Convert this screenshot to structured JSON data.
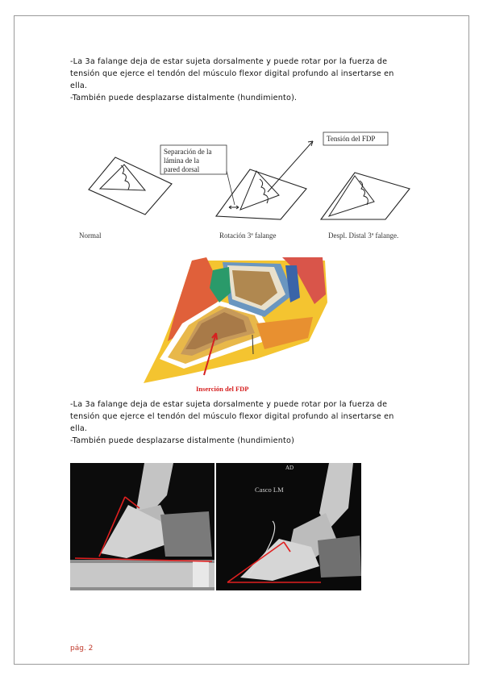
{
  "paragraph1": {
    "line1": "-La 3a falange deja de estar sujeta dorsalmente y puede rotar por la fuerza de",
    "line2": "tensión que ejerce el tendón del músculo flexor digital profundo al insertarse en",
    "line3": "ella.",
    "line4": "-También puede desplazarse distalmente (hundimiento)."
  },
  "diagram": {
    "label_separation_1": "Separación de la",
    "label_separation_2": "lámina de la",
    "label_separation_3": "pared dorsal",
    "label_tension": "Tensión del FDP",
    "caption_normal": "Normal",
    "caption_rotation": "Rotación 3ª falange",
    "caption_distal": "Despl. Distal 3ª falange."
  },
  "anatomy": {
    "label_insertion": "Inserción del FDP",
    "label_color": "#d62020"
  },
  "paragraph2": {
    "line1": "-La 3a falange deja de estar sujeta dorsalmente y puede rotar por la fuerza de",
    "line2": "tensión que ejerce el tendón del músculo flexor digital profundo al insertarse en",
    "line3": "ella.",
    "line4": "-También puede desplazarse distalmente (hundimiento)"
  },
  "xray_right": {
    "label_top": "AD",
    "label_case": "Casco LM"
  },
  "footer": {
    "page": "pág. 2",
    "page_color": "#c0392b"
  }
}
